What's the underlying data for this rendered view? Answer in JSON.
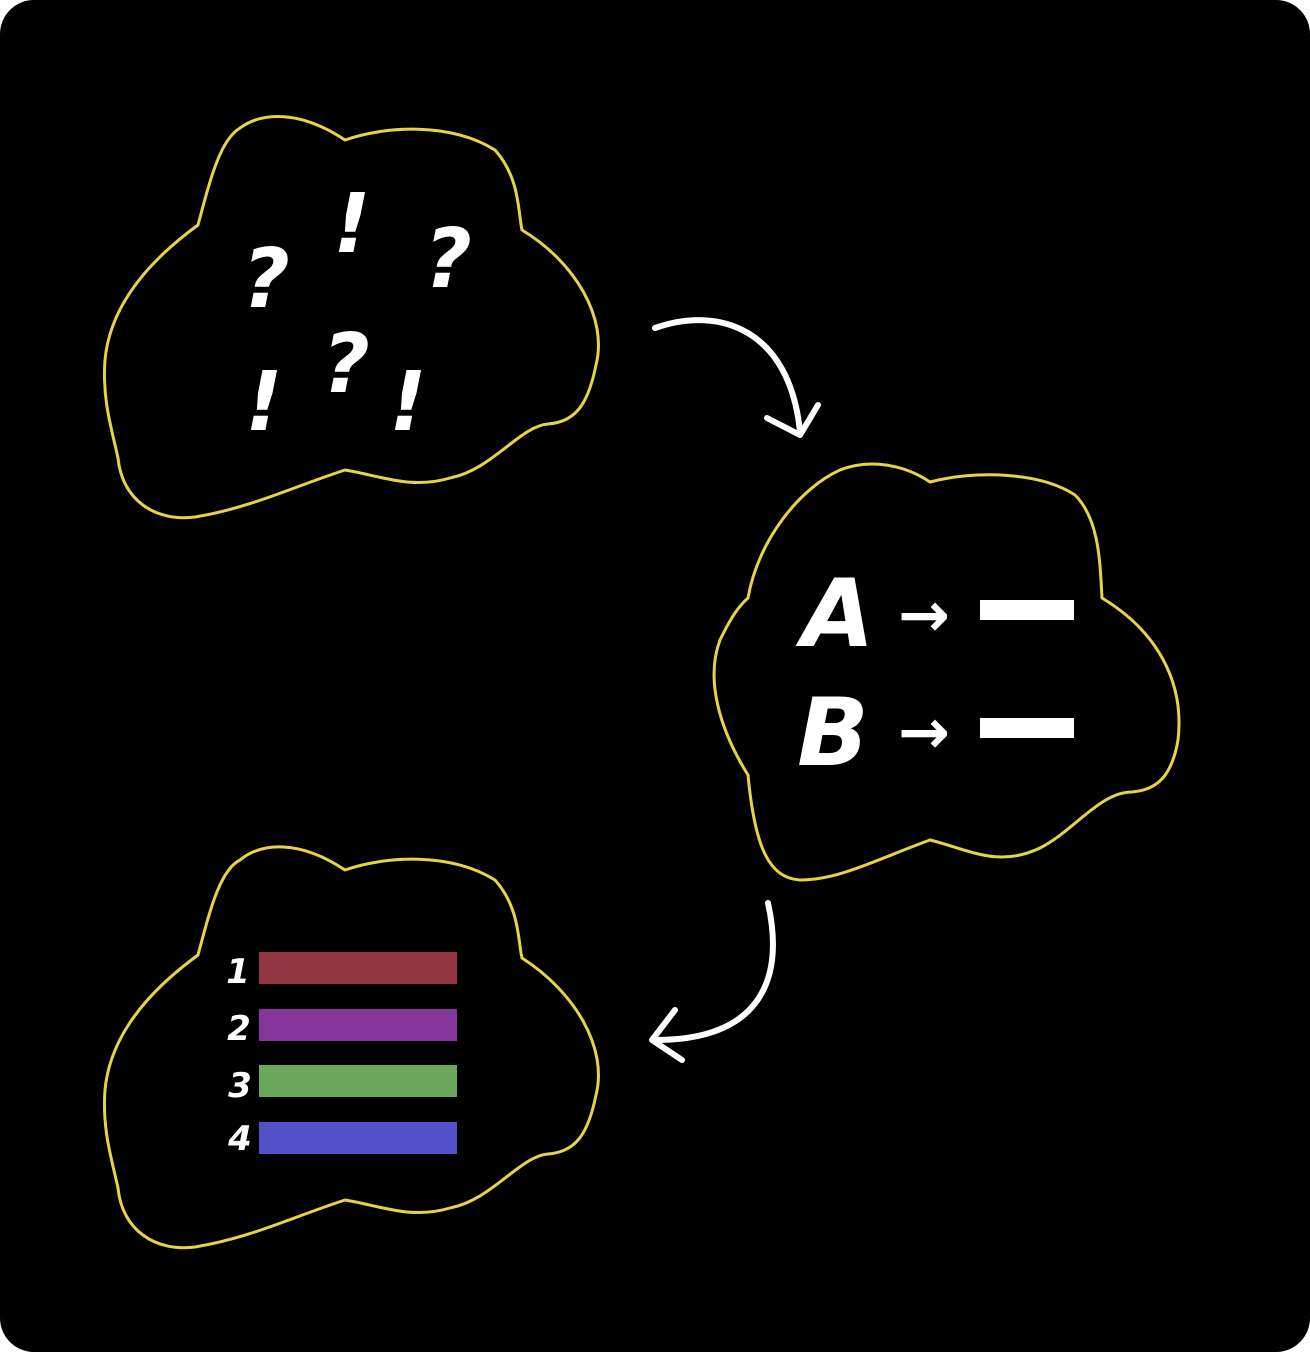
{
  "diagram": {
    "colors": {
      "background": "#000000",
      "cloud_outline": "#e8d24a",
      "text": "#ffffff",
      "arrows": "#ffffff"
    },
    "cloud_confusion": {
      "symbols": [
        "?",
        "!",
        "?",
        "!",
        "?",
        "!"
      ]
    },
    "cloud_mapping": {
      "rows": [
        {
          "key": "A",
          "arrow": "→"
        },
        {
          "key": "B",
          "arrow": "→"
        }
      ]
    },
    "cloud_ordered": {
      "items": [
        {
          "number": "1",
          "color": "#943642"
        },
        {
          "number": "2",
          "color": "#84369a"
        },
        {
          "number": "3",
          "color": "#6aa85c"
        },
        {
          "number": "4",
          "color": "#5050c8"
        }
      ]
    },
    "flow_arrows": [
      "arrow-confusion-to-mapping",
      "arrow-mapping-to-ordered"
    ]
  }
}
